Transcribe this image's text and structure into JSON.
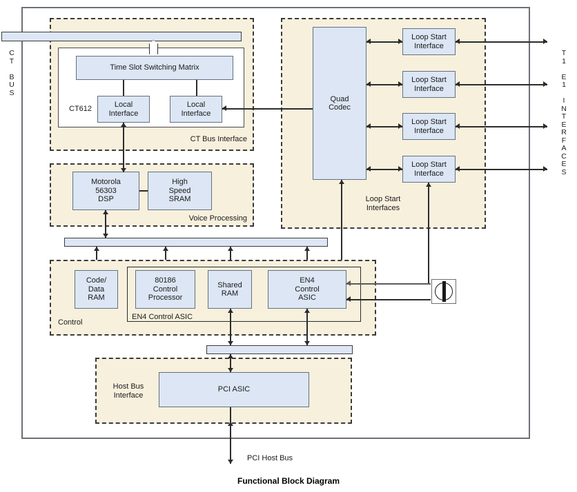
{
  "caption": "Functional Block Diagram",
  "colors": {
    "block_fill": "#dce6f4",
    "group_fill": "#f7f0dd",
    "block_stroke": "#64707d",
    "line": "#2b2b2b",
    "frame": "#6b7077"
  },
  "side_labels": {
    "left": "C\nT\n\nB\nU\nS",
    "right": "T\n1\n\nE\n1\n\nI\nN\nT\nE\nR\nF\nA\nC\nE\nS"
  },
  "groups": {
    "ct_bus_interface": {
      "label": "CT Bus Interface"
    },
    "voice_processing": {
      "label": "Voice Processing"
    },
    "loop_start_interfaces": {
      "label": "Loop Start\nInterfaces"
    },
    "control": {
      "label": "Control"
    },
    "en4_control_asic": {
      "label": "EN4 Control ASIC"
    },
    "host_bus_interface": {
      "label": "Host Bus\nInterface"
    }
  },
  "blocks": {
    "time_slot_switching_matrix": "Time Slot Switching Matrix",
    "local_interface_1": "Local\nInterface",
    "local_interface_2": "Local\nInterface",
    "ct612": "CT612",
    "motorola_dsp": "Motorola\n56303\nDSP",
    "high_speed_sram": "High\nSpeed\nSRAM",
    "quad_codec": "Quad\nCodec",
    "loop_start_interface_1": "Loop Start\nInterface",
    "loop_start_interface_2": "Loop Start\nInterface",
    "loop_start_interface_3": "Loop Start\nInterface",
    "loop_start_interface_4": "Loop Start\nInterface",
    "code_data_ram": "Code/\nData\nRAM",
    "control_processor": "80186\nControl\nProcessor",
    "shared_ram": "Shared\nRAM",
    "en4_control_asic_block": "EN4\nControl\nASIC",
    "pci_asic": "PCI ASIC"
  },
  "signals": {
    "pci_host_bus": "PCI Host Bus"
  },
  "icons": {
    "connector": "ring-connector-icon",
    "ct_bus_connector": "diamond-connector-icon"
  }
}
